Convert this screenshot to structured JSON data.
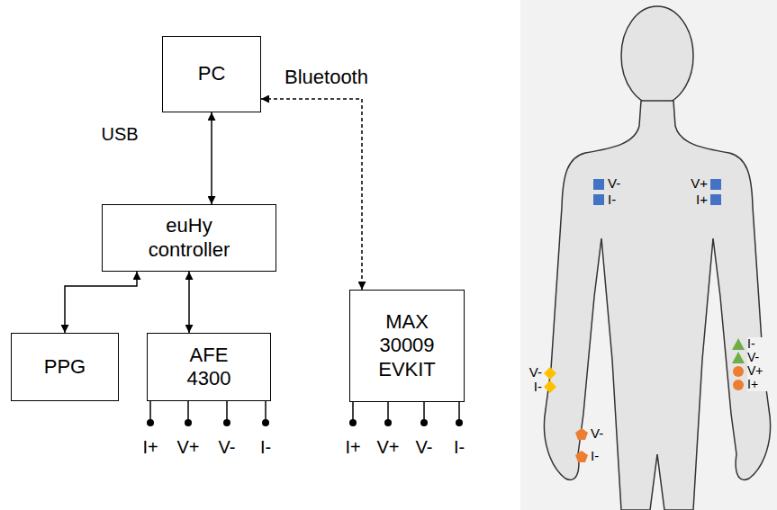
{
  "diagram": {
    "nodes": [
      {
        "text": [
          "PC"
        ]
      },
      {
        "text": [
          "euHy controller"
        ]
      },
      {
        "text": [
          "PPG"
        ]
      },
      {
        "text": [
          "AFE 4300"
        ]
      },
      {
        "text": [
          "MAX 30009 EVKIT"
        ]
      }
    ],
    "edges": [
      {
        "from": 0,
        "to": 1,
        "arrow": "both"
      },
      {
        "from": 1,
        "to": 2,
        "arrow": "both"
      },
      {
        "from": 1,
        "to": 3,
        "arrow": "both"
      },
      {
        "from": 0,
        "to": 4,
        "arrow": "both"
      }
    ],
    "labels": [
      "USB",
      "Bluetooth",
      "I+",
      "V+",
      "V-",
      "I-",
      "I+",
      "V+",
      "V-",
      "I-",
      "V-",
      "I-",
      "V+",
      "I+",
      "V-",
      "I-",
      "I-",
      "V-",
      "V+",
      "I+",
      "V-",
      "I-"
    ]
  }
}
